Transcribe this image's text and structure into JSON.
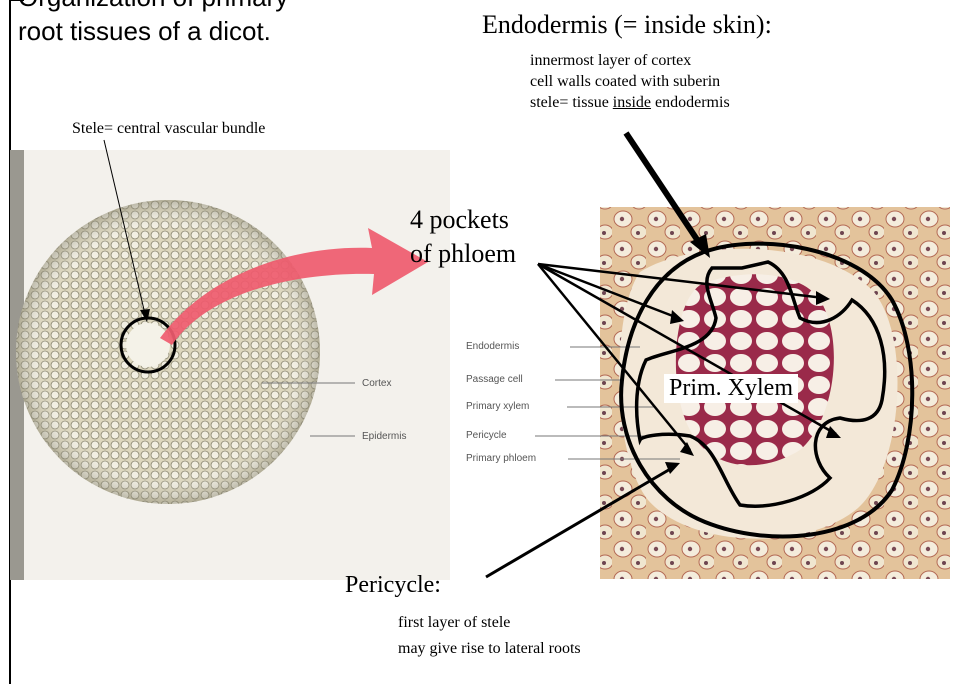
{
  "title": {
    "line1": "Organization of primary",
    "line2": "root tissues of a dicot."
  },
  "endodermis": {
    "heading": "Endodermis (=  inside skin):",
    "line1": "innermost layer of cortex",
    "line2": "cell walls coated with suberin",
    "line3_prefix": "stele= tissue ",
    "line3_underlined": "inside",
    "line3_suffix": " endodermis"
  },
  "stele_label": "Stele= central vascular bundle",
  "phloem_label": {
    "line1": "4 pockets",
    "line2": "of phloem"
  },
  "xylem_label": "Prim. Xylem",
  "pericycle": {
    "heading": "Pericycle:",
    "line1": "first layer of stele",
    "line2": "may give rise to lateral roots"
  },
  "figure_labels": {
    "cortex": "Cortex",
    "epidermis": "Epidermis",
    "endodermis": "Endodermis",
    "passage_cell": "Passage cell",
    "primary_xylem": "Primary xylem",
    "pericycle": "Pericycle",
    "primary_phloem": "Primary phloem"
  },
  "colors": {
    "arrow": "#ef5b6e",
    "tissue_bg": "#e4dcc4",
    "micro_bg": "#e8c9a4"
  }
}
